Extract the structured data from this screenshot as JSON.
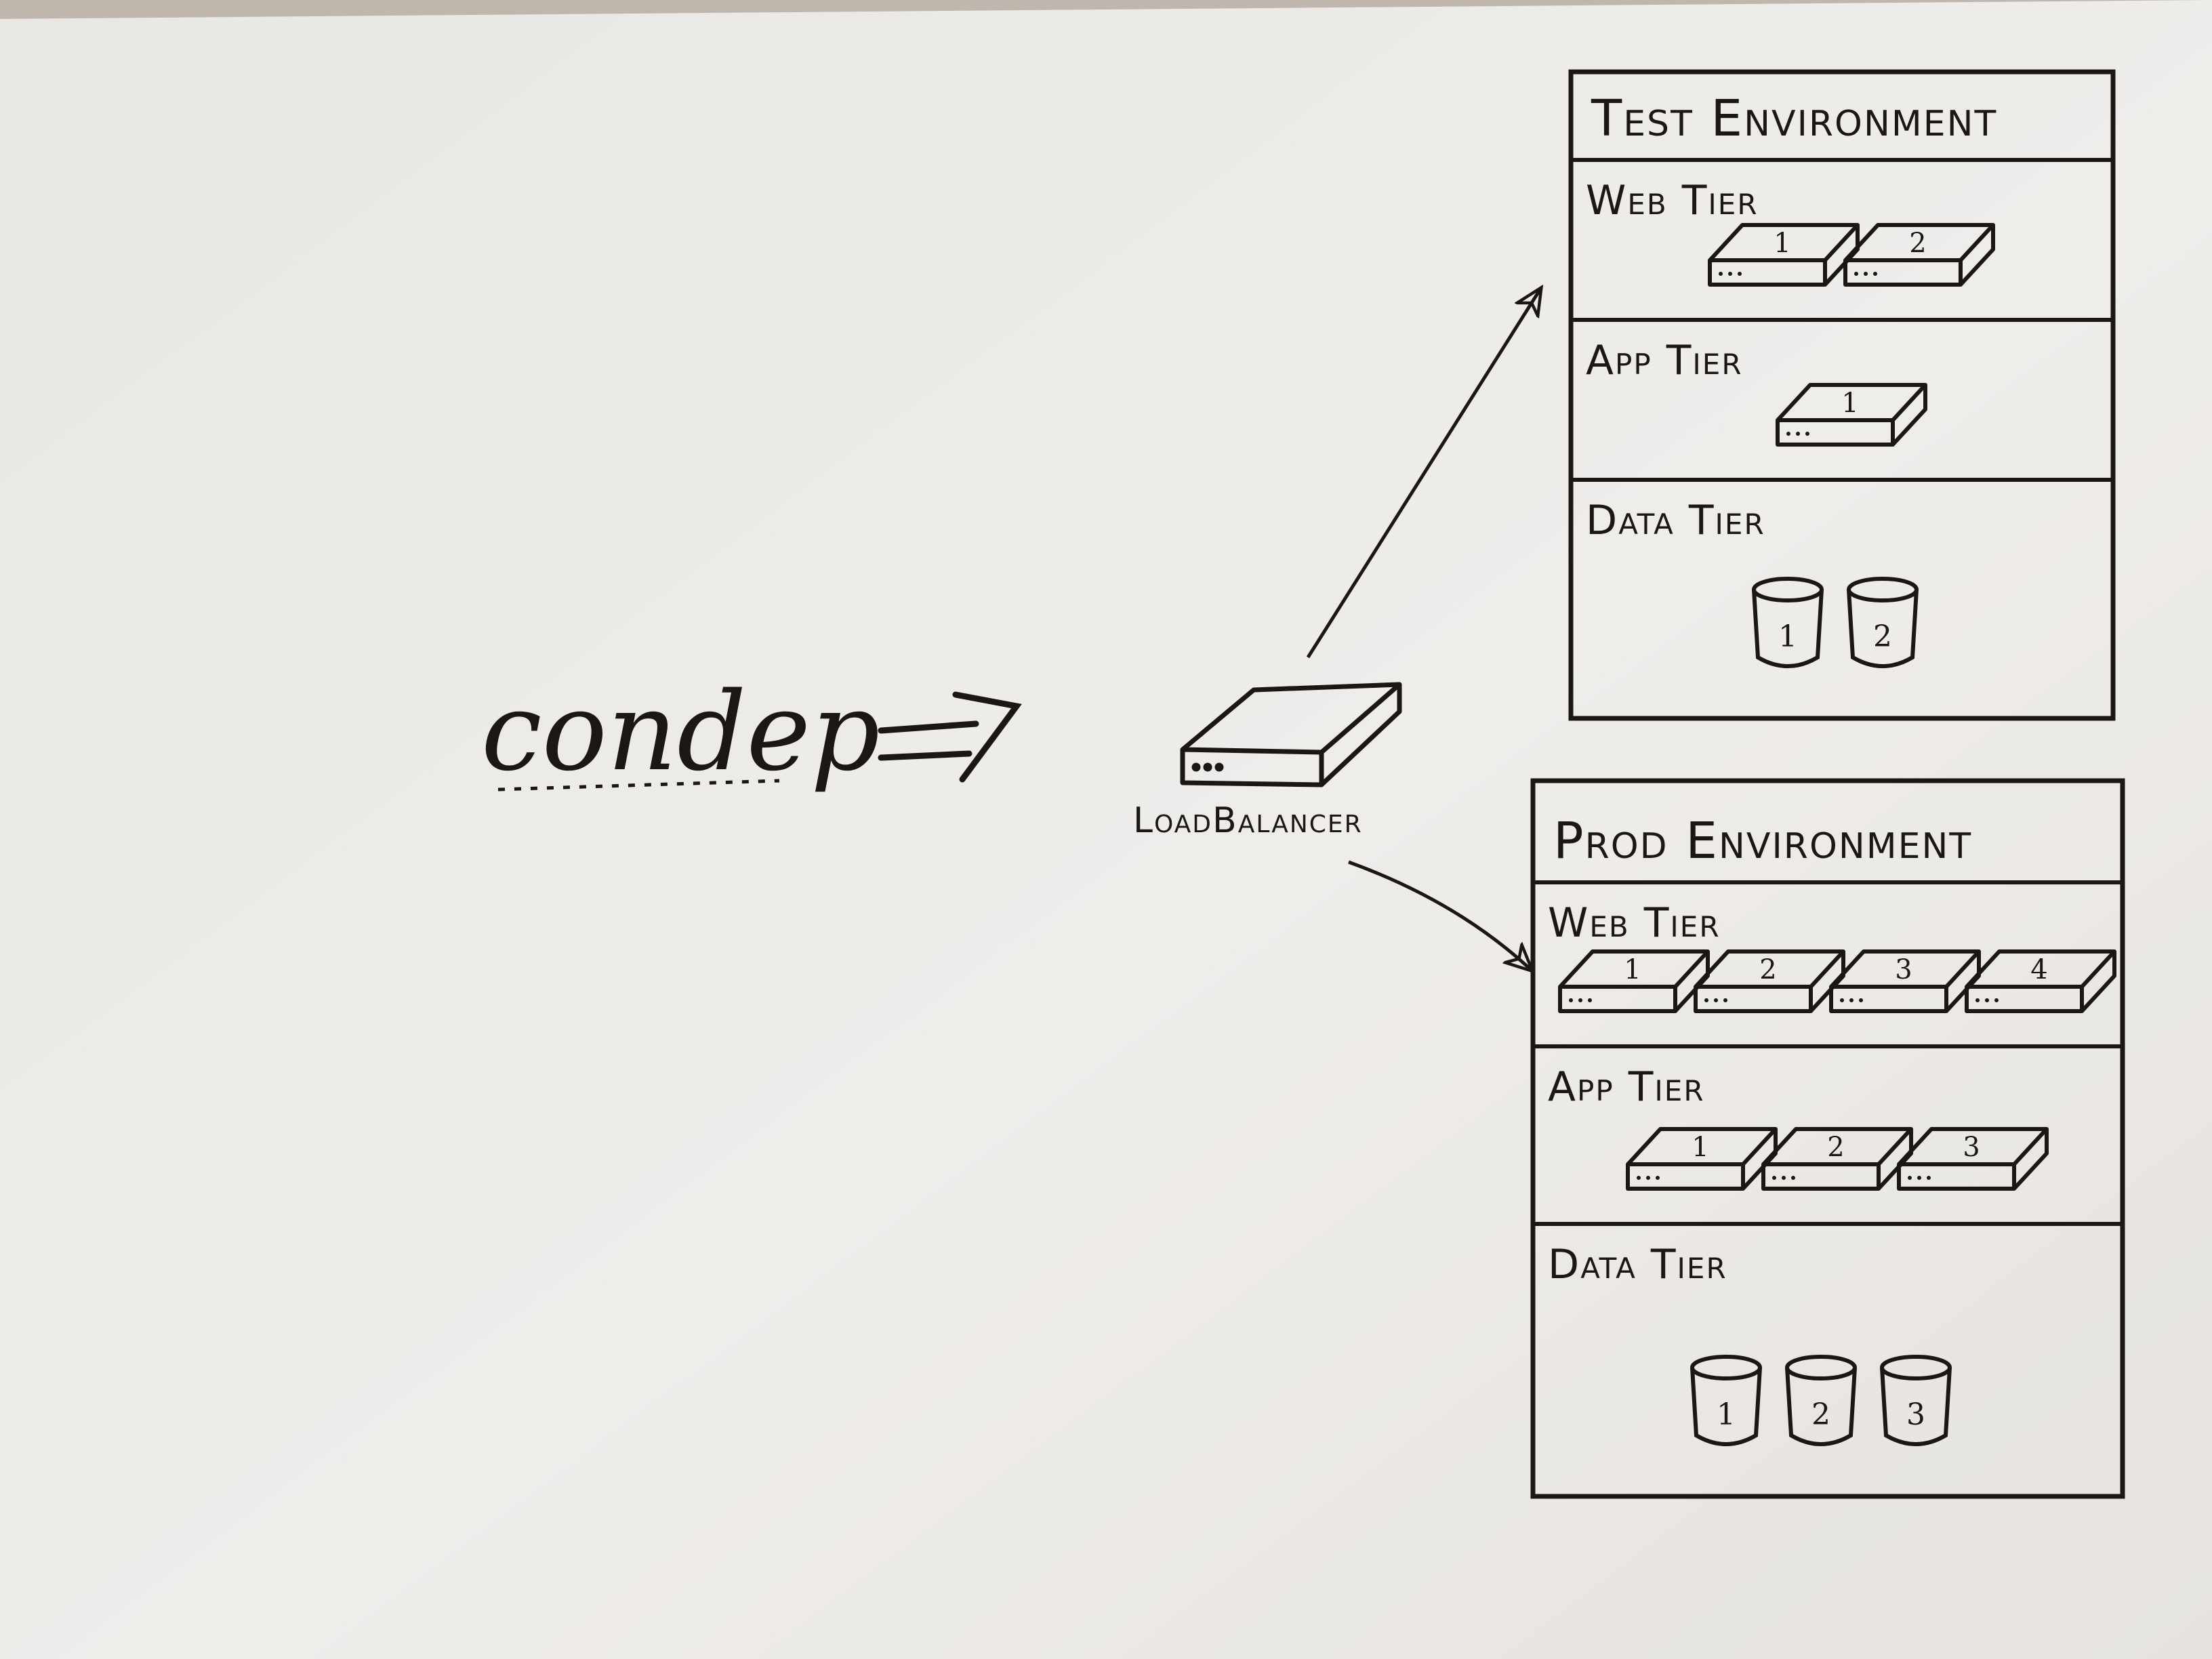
{
  "diagram": {
    "source": {
      "label": "condep"
    },
    "load_balancer": {
      "label": "LoadBalancer"
    },
    "environments": [
      {
        "title": "Test Environment",
        "tiers": [
          {
            "label": "Web Tier",
            "kind": "server",
            "nodes": [
              "1",
              "2"
            ]
          },
          {
            "label": "App Tier",
            "kind": "server",
            "nodes": [
              "1"
            ]
          },
          {
            "label": "Data Tier",
            "kind": "database",
            "nodes": [
              "1",
              "2"
            ]
          }
        ]
      },
      {
        "title": "Prod Environment",
        "tiers": [
          {
            "label": "Web Tier",
            "kind": "server",
            "nodes": [
              "1",
              "2",
              "3",
              "4"
            ]
          },
          {
            "label": "App Tier",
            "kind": "server",
            "nodes": [
              "1",
              "2",
              "3"
            ]
          },
          {
            "label": "Data Tier",
            "kind": "database",
            "nodes": [
              "1",
              "2",
              "3"
            ]
          }
        ]
      }
    ],
    "colors": {
      "paper": "#ebe9e5",
      "ink": "#1a1714",
      "backdrop": "#bfb7ad"
    }
  }
}
